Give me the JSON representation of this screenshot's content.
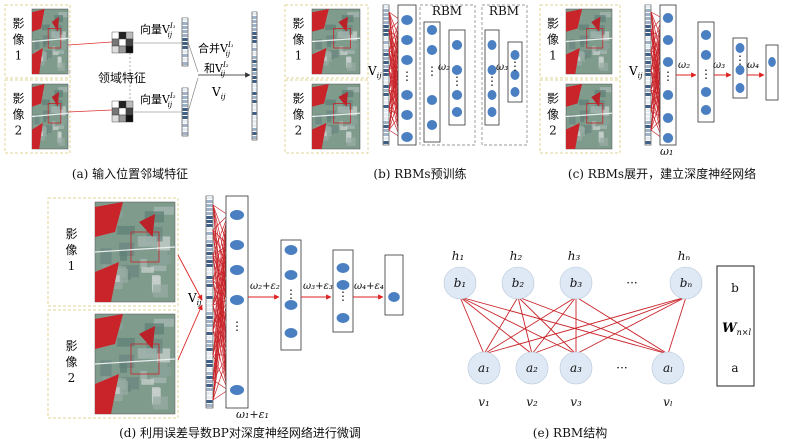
{
  "panels": {
    "a": {
      "caption": "(a) 输入位置邻域特征",
      "image1_label": [
        "影",
        "像",
        "1"
      ],
      "image2_label": [
        "影",
        "像",
        "2"
      ],
      "vec1_label": "向量V",
      "vec1_sup": "I₁",
      "vec1_sub": "ij",
      "vec2_label": "向量V",
      "vec2_sup": "I₂",
      "vec2_sub": "ij",
      "neigh_label": "领域特征",
      "merge_line1": "合并V",
      "merge_line1_sup": "I₁",
      "merge_line1_sub": "ij",
      "merge_line2": "和V",
      "merge_line2_sup": "I₂",
      "merge_line2_sub": "ij",
      "vij": "V",
      "vij_sub": "ij"
    },
    "b": {
      "caption": "(b) RBMs预训练",
      "image1_label": [
        "影",
        "像",
        "1"
      ],
      "image2_label": [
        "影",
        "像",
        "2"
      ],
      "vij": "V",
      "vij_sub": "ij",
      "rbm1": "RBM",
      "rbm2": "RBM",
      "w2": "ω₂",
      "w3": "ω₃"
    },
    "c": {
      "caption": "(c) RBMs展开，建立深度神经网络",
      "image1_label": [
        "影",
        "像",
        "1"
      ],
      "image2_label": [
        "影",
        "像",
        "2"
      ],
      "vij": "V",
      "vij_sub": "ij",
      "w1": "ω₁",
      "w2": "ω₂",
      "w3": "ω₃",
      "w4": "ω₄"
    },
    "d": {
      "caption": "(d) 利用误差导数BP对深度神经网络进行微调",
      "image1_label": [
        "影",
        "像",
        "1"
      ],
      "image2_label": [
        "影",
        "像",
        "2"
      ],
      "vij": "V",
      "vij_sub": "ij",
      "w1": "ω₁+ε₁",
      "w2": "ω₂+ε₂",
      "w3": "ω₃+ε₃",
      "w4": "ω₄+ε₄"
    },
    "e": {
      "caption": "(e) RBM结构",
      "hidden_top": [
        "h₁",
        "h₂",
        "h₃",
        "hₙ"
      ],
      "hidden_nodes": [
        "b₁",
        "b₂",
        "b₃",
        "bₙ"
      ],
      "visible_nodes": [
        "a₁",
        "a₂",
        "a₃",
        "aₗ"
      ],
      "visible_bottom": [
        "v₁",
        "v₂",
        "v₃",
        "vₗ"
      ],
      "dots": "···",
      "legend_b": "b",
      "legend_w": "W",
      "legend_w_sub": "n×l",
      "legend_a": "a"
    }
  }
}
